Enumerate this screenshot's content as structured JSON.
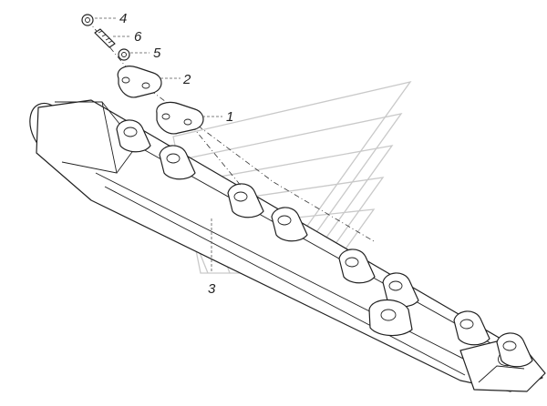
{
  "callouts": {
    "c1": "1",
    "c2": "2",
    "c3": "3",
    "c4": "4",
    "c5": "5",
    "c6": "6"
  },
  "colors": {
    "ink": "#222222",
    "watermark": "#c9c9c9",
    "background": "#ffffff"
  }
}
